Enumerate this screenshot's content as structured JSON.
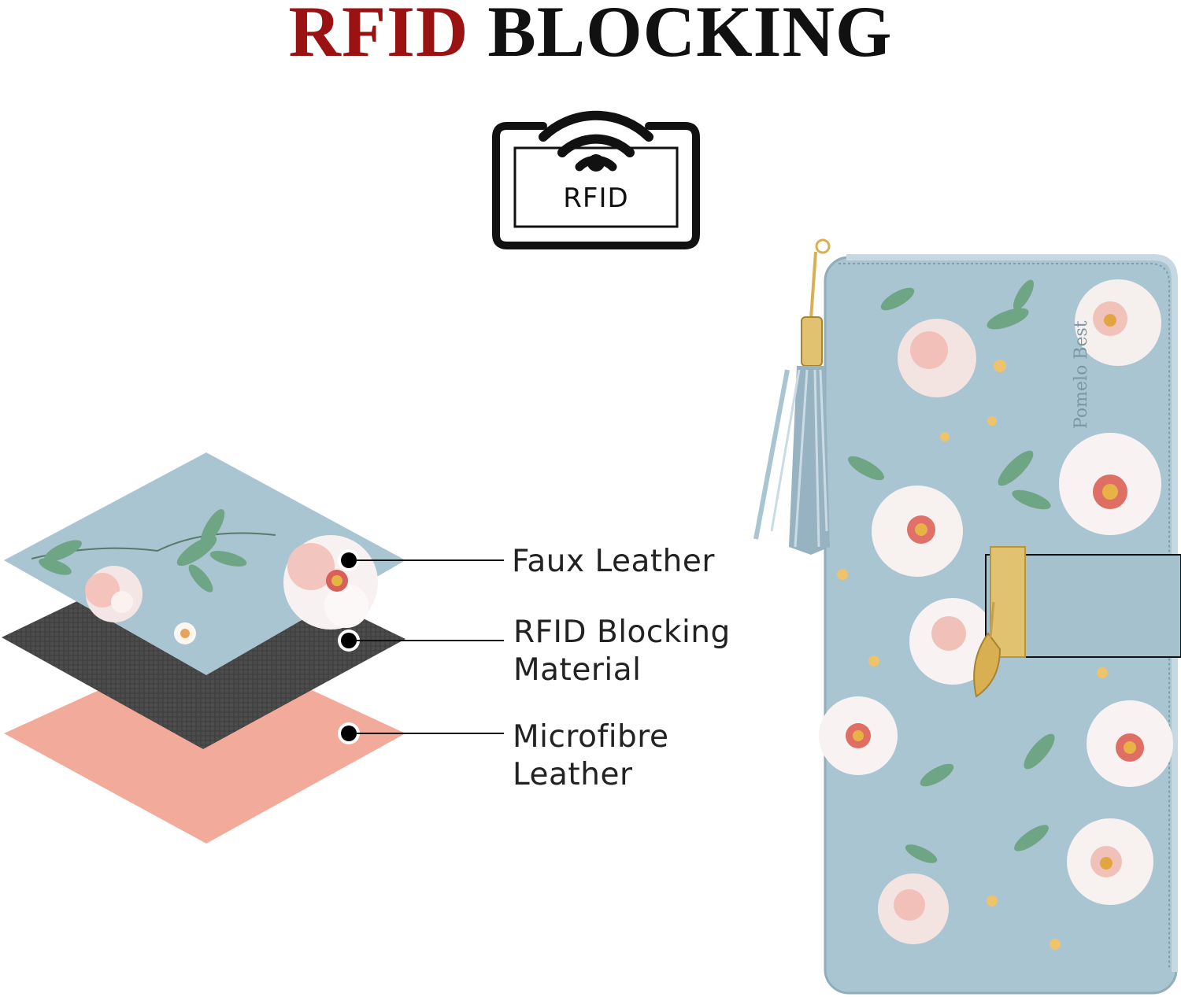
{
  "title": {
    "part1": "RFID",
    "part2": "BLOCKING",
    "part1_color": "#9b1212",
    "part2_color": "#111111"
  },
  "badge": {
    "icon": "rfid-wireless-icon",
    "text": "RFID"
  },
  "layers": [
    {
      "name": "faux-leather",
      "label_line1": "Faux Leather",
      "label_line2": "",
      "color": "#a9c4d1"
    },
    {
      "name": "rfid-blocking-material",
      "label_line1": "RFID Blocking",
      "label_line2": "Material",
      "color": "#4a4a4a"
    },
    {
      "name": "microfibre-leather",
      "label_line1": "Microfibre",
      "label_line2": "Leather",
      "color": "#f2aa99"
    }
  ],
  "product": {
    "brand_imprint": "Pomelo Best",
    "body_color": "#a9c4d1",
    "accent_gold": "#d9b45a"
  }
}
